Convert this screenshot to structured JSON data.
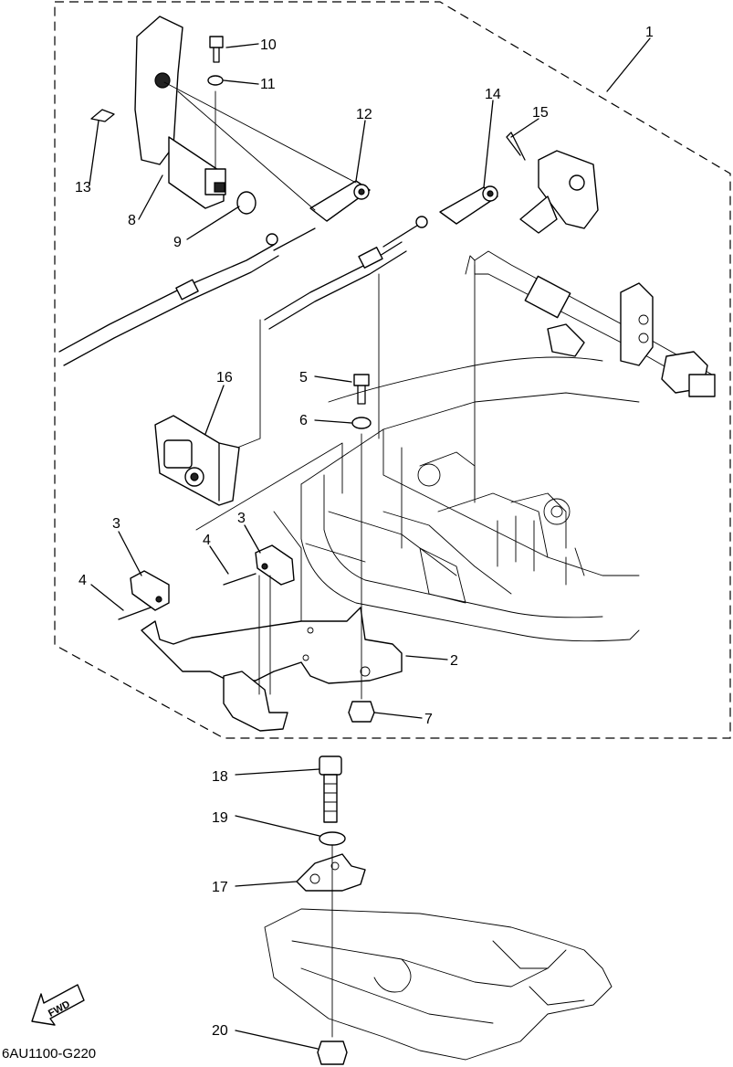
{
  "diagram": {
    "drawing_code": "6AU1100-G220",
    "fwd_label": "FWD",
    "callouts": [
      {
        "id": "c1",
        "label": "1"
      },
      {
        "id": "c2",
        "label": "2"
      },
      {
        "id": "c3a",
        "label": "3"
      },
      {
        "id": "c3b",
        "label": "3"
      },
      {
        "id": "c4a",
        "label": "4"
      },
      {
        "id": "c4b",
        "label": "4"
      },
      {
        "id": "c5",
        "label": "5"
      },
      {
        "id": "c6",
        "label": "6"
      },
      {
        "id": "c7",
        "label": "7"
      },
      {
        "id": "c8",
        "label": "8"
      },
      {
        "id": "c9",
        "label": "9"
      },
      {
        "id": "c10",
        "label": "10"
      },
      {
        "id": "c11",
        "label": "11"
      },
      {
        "id": "c12",
        "label": "12"
      },
      {
        "id": "c13",
        "label": "13"
      },
      {
        "id": "c14",
        "label": "14"
      },
      {
        "id": "c15",
        "label": "15"
      },
      {
        "id": "c16",
        "label": "16"
      },
      {
        "id": "c17",
        "label": "17"
      },
      {
        "id": "c18",
        "label": "18"
      },
      {
        "id": "c19",
        "label": "19"
      },
      {
        "id": "c20",
        "label": "20"
      }
    ]
  }
}
